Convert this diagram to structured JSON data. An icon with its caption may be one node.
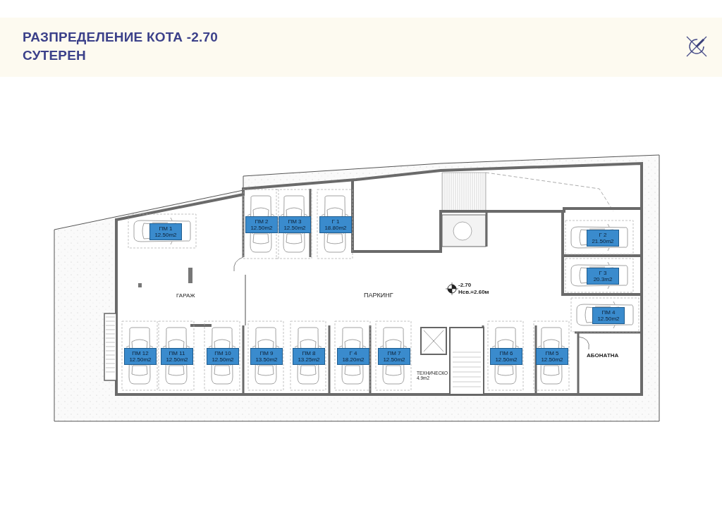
{
  "diagram": {
    "title": "РАЗПРЕДЕЛЕНИЕ КОТА -2.70 СУТЕРЕН",
    "nodes": [
      {
        "text": [
          "ПМ 1",
          "12.50m2"
        ]
      },
      {
        "text": [
          "ПМ 2",
          "12.50m2"
        ]
      },
      {
        "text": [
          "ПМ 3",
          "12.50m2"
        ]
      },
      {
        "text": [
          "Г 1",
          "18.80m2"
        ]
      },
      {
        "text": [
          "Г 2",
          "21.50m2"
        ]
      },
      {
        "text": [
          "Г 3",
          "20.3m2"
        ]
      },
      {
        "text": [
          "ПМ 4",
          "12.50m2"
        ]
      },
      {
        "text": [
          "ПМ 12",
          "12.50m2"
        ]
      },
      {
        "text": [
          "ПМ 11",
          "12.50m2"
        ]
      },
      {
        "text": [
          "ПМ 10",
          "12.50m2"
        ]
      },
      {
        "text": [
          "ПМ 9",
          "13.50m2"
        ]
      },
      {
        "text": [
          "ПМ 8",
          "13.25m2"
        ]
      },
      {
        "text": [
          "Г 4",
          "18.20m2"
        ]
      },
      {
        "text": [
          "ПМ 7",
          "12.50m2"
        ]
      },
      {
        "text": [
          "ПМ 6",
          "12.50m2"
        ]
      },
      {
        "text": [
          "ПМ 5",
          "12.50m2"
        ]
      }
    ],
    "labels": [
      "ГАРАЖ",
      "ПАРКИНГ",
      "-2.70",
      "Нсв.=2.60м",
      "ТЕХНИЧЕСКО 4.9m2",
      "АБОНАТНА"
    ]
  }
}
